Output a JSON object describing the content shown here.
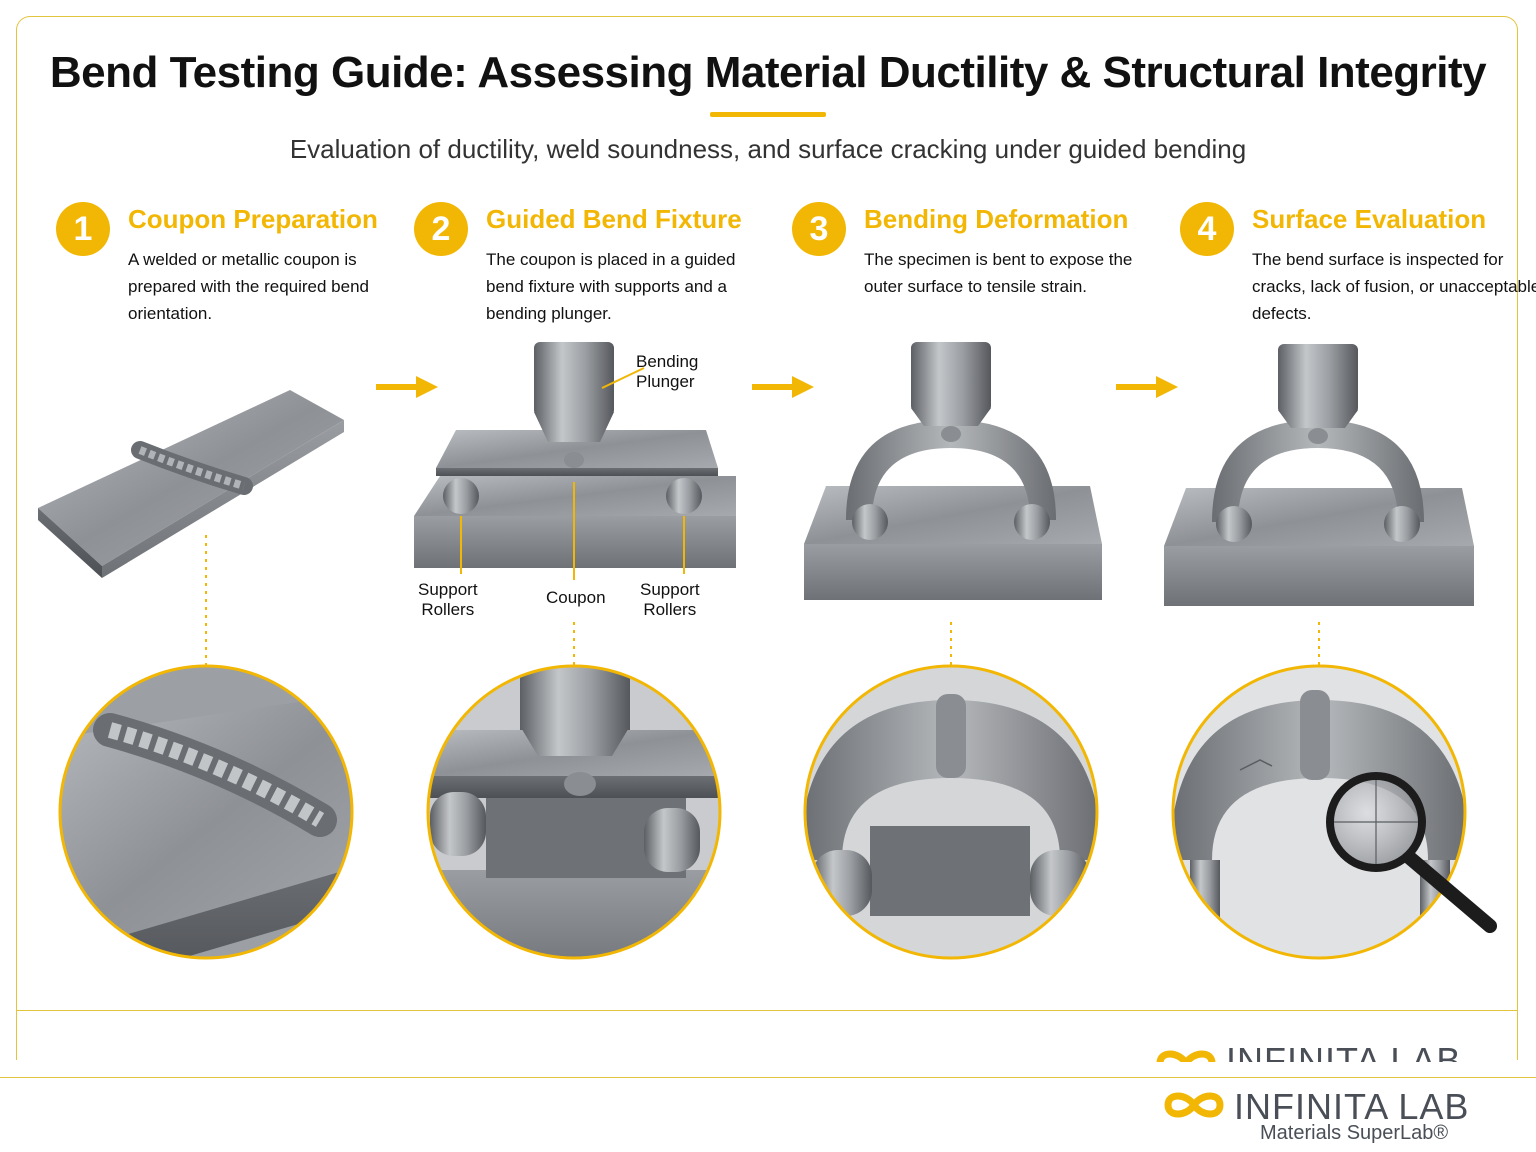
{
  "header": {
    "title": "Bend Testing Guide: Assessing Material Ductility & Structural Integrity",
    "subtitle": "Evaluation of ductility, weld soundness, and surface cracking under guided bending"
  },
  "steps": [
    {
      "number": "1",
      "title": "Coupon Preparation",
      "description": "A welded or metallic coupon is prepared with the required bend orientation."
    },
    {
      "number": "2",
      "title": "Guided Bend Fixture",
      "description": "The coupon is placed in a guided bend fixture with supports and a bending plunger."
    },
    {
      "number": "3",
      "title": "Bending Deformation",
      "description": "The specimen is bent to expose the outer surface to tensile strain."
    },
    {
      "number": "4",
      "title": "Surface Evaluation",
      "description": "The bend surface is inspected for cracks, lack of fusion, or unacceptable defects."
    }
  ],
  "callouts": {
    "plunger": "Bending\nPlunger",
    "support_left": "Support\nRollers",
    "coupon": "Coupon",
    "support_right": "Support\nRollers"
  },
  "logo": {
    "name": "INFINITA LAB",
    "tagline": "Materials SuperLab®"
  },
  "colors": {
    "accent": "#f2b705",
    "steel": "#8a8d91",
    "text": "#111111"
  }
}
